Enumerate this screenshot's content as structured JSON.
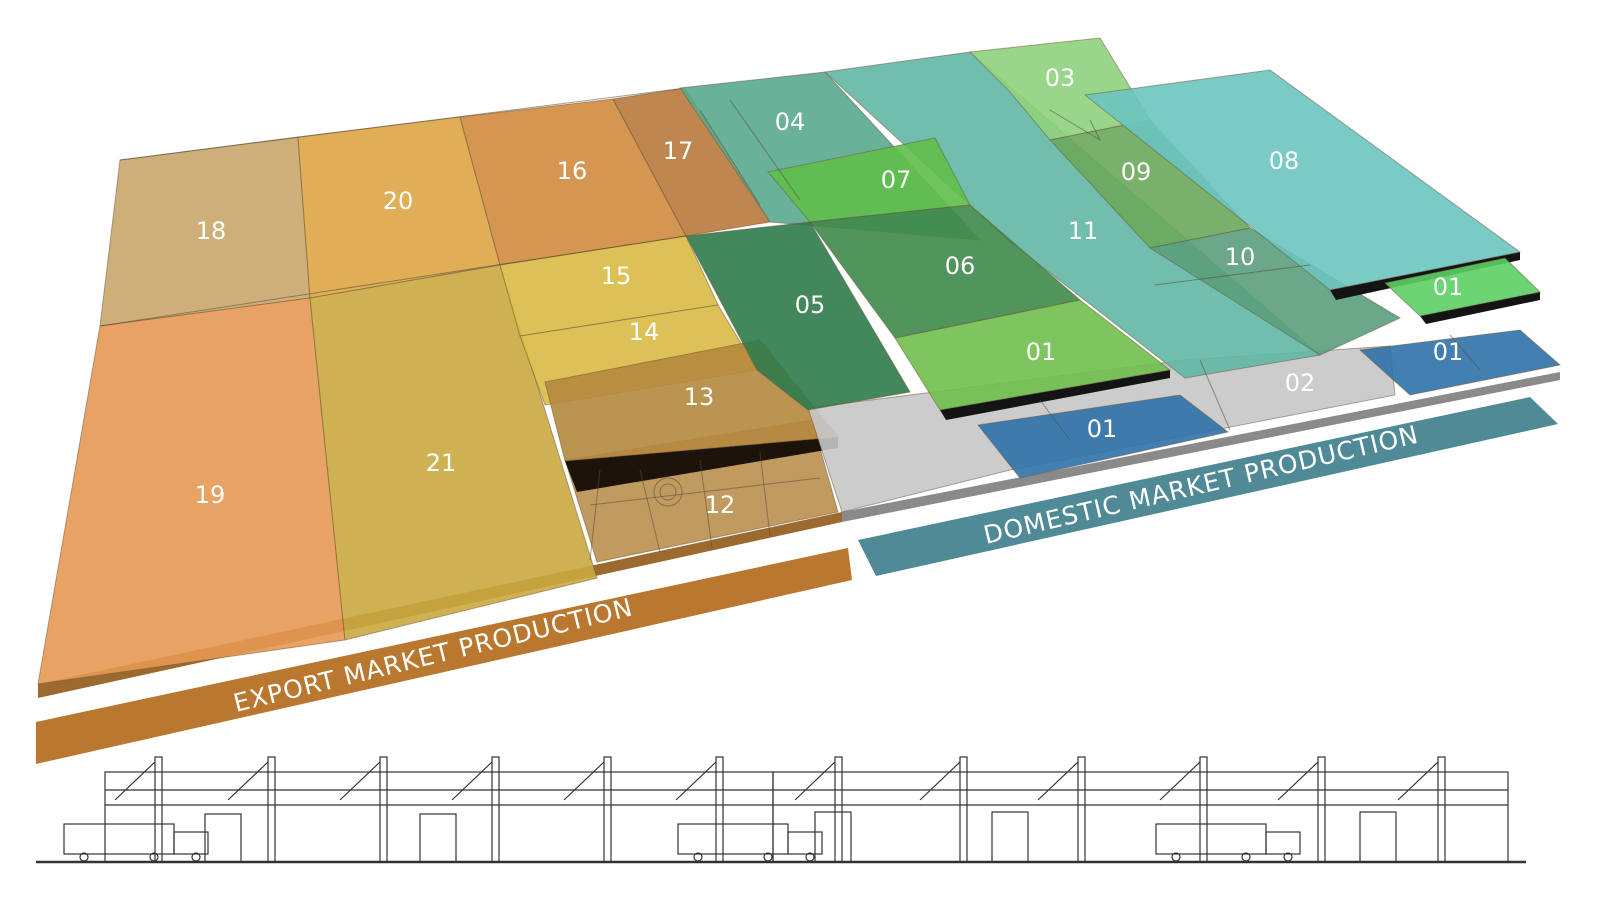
{
  "banners": {
    "export": {
      "text": "EXPORT MARKET PRODUCTION",
      "color": "#b9772f"
    },
    "domestic": {
      "text": "DOMESTIC MARKET PRODUCTION",
      "color": "#4f8a96"
    }
  },
  "zones": [
    {
      "id": "18",
      "label": "18",
      "color": "#c9a56a"
    },
    {
      "id": "20",
      "label": "20",
      "color": "#dba544"
    },
    {
      "id": "16",
      "label": "16",
      "color": "#cf8b3e"
    },
    {
      "id": "17",
      "label": "17",
      "color": "#b87a3c"
    },
    {
      "id": "19",
      "label": "19",
      "color": "#e69852"
    },
    {
      "id": "21",
      "label": "21",
      "color": "#c9a83f"
    },
    {
      "id": "15",
      "label": "15",
      "color": "#d8bb44"
    },
    {
      "id": "14",
      "label": "14",
      "color": "#d8bb44"
    },
    {
      "id": "13",
      "label": "13",
      "color": "#b5883f"
    },
    {
      "id": "12",
      "label": "12",
      "color": "#b98f4e"
    },
    {
      "id": "04",
      "label": "04",
      "color": "#5aa88e"
    },
    {
      "id": "05",
      "label": "05",
      "color": "#2f7a4b"
    },
    {
      "id": "07",
      "label": "07",
      "color": "#5fbf4a"
    },
    {
      "id": "06",
      "label": "06",
      "color": "#3f8a4a"
    },
    {
      "id": "11",
      "label": "11",
      "color": "#62b7a5"
    },
    {
      "id": "03",
      "label": "03",
      "color": "#8fd27c"
    },
    {
      "id": "09",
      "label": "09",
      "color": "#6aa85c"
    },
    {
      "id": "10",
      "label": "10",
      "color": "#5a9e7c"
    },
    {
      "id": "08",
      "label": "08",
      "color": "#6cc4c0"
    },
    {
      "id": "01a",
      "label": "01",
      "color": "#6fbf4d"
    },
    {
      "id": "01b",
      "label": "01",
      "color": "#2f72a8"
    },
    {
      "id": "01c",
      "label": "01",
      "color": "#5ccf63"
    },
    {
      "id": "01d",
      "label": "01",
      "color": "#2f72a8"
    },
    {
      "id": "02",
      "label": "02",
      "color": "#c7c7c7"
    }
  ]
}
